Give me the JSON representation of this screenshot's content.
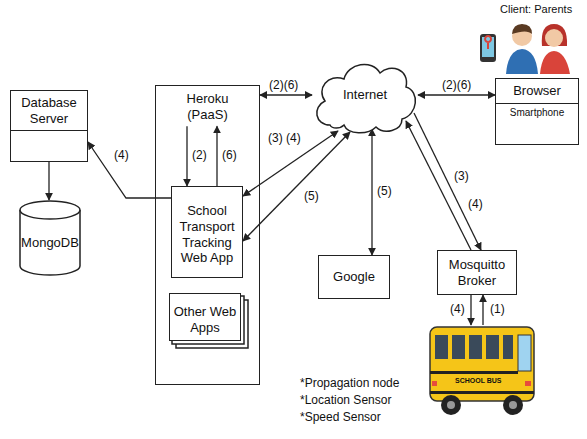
{
  "diagram": {
    "nodes": [
      {
        "text": [
          "Database Server"
        ]
      },
      {
        "text": [
          "MongoDB"
        ]
      },
      {
        "text": [
          "Heroku (PaaS)"
        ]
      },
      {
        "text": [
          "School Transport Tracking Web App"
        ],
        "in": 2
      },
      {
        "text": [
          "Other Web Apps"
        ],
        "in": 2
      },
      {
        "text": [
          "Internet"
        ]
      },
      {
        "text": [
          "Google"
        ]
      },
      {
        "text": [
          "Mosquitto Broker"
        ]
      },
      {
        "text": [
          "Browser",
          "Smartphone"
        ]
      },
      {
        "text": [
          "SCHOOL BUS"
        ]
      }
    ],
    "edges": [
      {
        "from": 2,
        "to": 5,
        "arrow": "both",
        "label": "(2)(6)"
      },
      {
        "from": 5,
        "to": 8,
        "arrow": "both",
        "label": "(2)(6)"
      },
      {
        "from": 3,
        "to": 0,
        "arrow": "to",
        "label": "(4)"
      },
      {
        "from": 0,
        "to": 1,
        "arrow": "to"
      },
      {
        "from": 2,
        "to": 3,
        "arrow": "to",
        "label": "(2)"
      },
      {
        "from": 3,
        "to": 2,
        "arrow": "to",
        "label": "(6)"
      },
      {
        "from": 3,
        "to": 5,
        "arrow": "both",
        "label": "(3) (4)"
      },
      {
        "from": 3,
        "to": 5,
        "arrow": "both",
        "label": "(5)"
      },
      {
        "from": 5,
        "to": 6,
        "arrow": "both",
        "label": "(5)"
      },
      {
        "from": 7,
        "to": 5,
        "arrow": "to",
        "label": "(3)"
      },
      {
        "from": 5,
        "to": 7,
        "arrow": "to",
        "label": "(4)"
      },
      {
        "from": 7,
        "to": 9,
        "arrow": "to",
        "label": "(4)"
      },
      {
        "from": 9,
        "to": 7,
        "arrow": "to",
        "label": "(1)"
      }
    ],
    "labels": [
      "Client: Parents",
      "*Propagation node",
      "*Location Sensor",
      "*Speed Sensor"
    ]
  }
}
